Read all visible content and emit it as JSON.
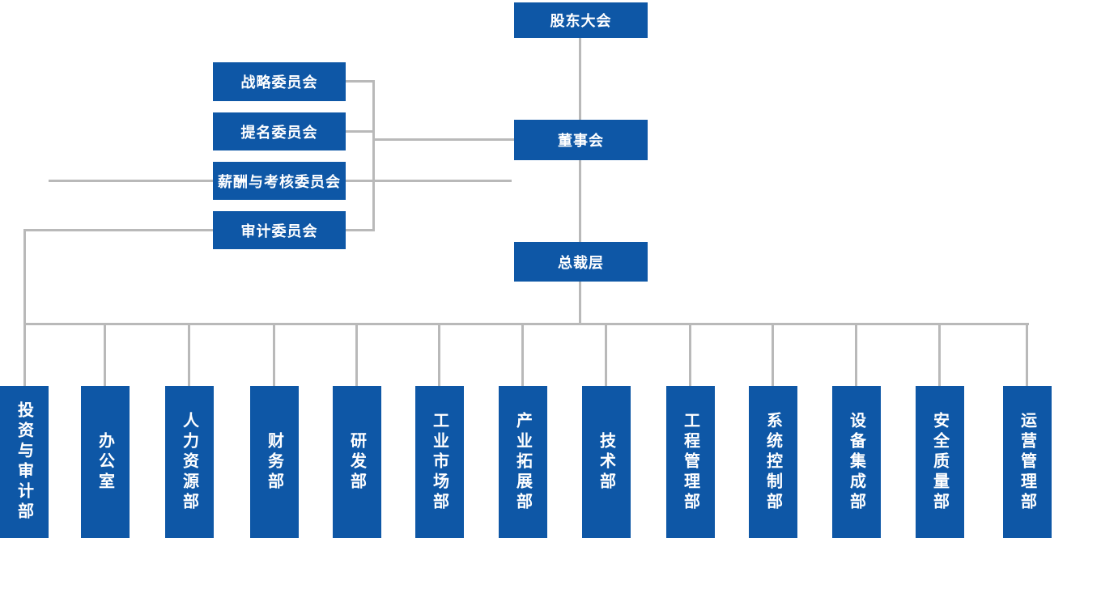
{
  "org_chart": {
    "nodes": {
      "shareholders": "股东大会",
      "board": "董事会",
      "president": "总裁层"
    },
    "committees": [
      {
        "label": "战略委员会"
      },
      {
        "label": "提名委员会"
      },
      {
        "label": "薪酬与考核委员会"
      },
      {
        "label": "审计委员会"
      }
    ],
    "departments": [
      {
        "label": "投资与审计部"
      },
      {
        "label": "办公室"
      },
      {
        "label": "人力资源部"
      },
      {
        "label": "财务部"
      },
      {
        "label": "研发部"
      },
      {
        "label": "工业市场部"
      },
      {
        "label": "产业拓展部"
      },
      {
        "label": "技术部"
      },
      {
        "label": "工程管理部"
      },
      {
        "label": "系统控制部"
      },
      {
        "label": "设备集成部"
      },
      {
        "label": "安全质量部"
      },
      {
        "label": "运营管理部"
      }
    ],
    "colors": {
      "node_fill": "#0e57a6",
      "node_text": "#ffffff",
      "line": "#b9b9b9",
      "background": "#ffffff"
    }
  }
}
